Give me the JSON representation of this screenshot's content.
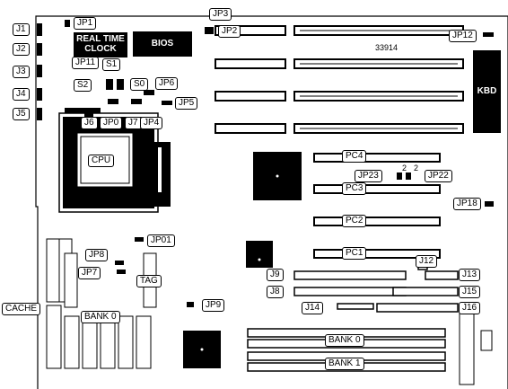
{
  "board_id": "33914",
  "chips": {
    "bios": "BIOS",
    "rtc_line1": "REAL TIME",
    "rtc_line2": "CLOCK",
    "cpu": "CPU"
  },
  "jumpers": {
    "jp1": "JP1",
    "jp2": "JP2",
    "jp3": "JP3",
    "jp4": "JP4",
    "jp5": "JP5",
    "jp6": "JP6",
    "jp7": "JP7",
    "jp8": "JP8",
    "jp9": "JP9",
    "jp11": "JP11",
    "jp12": "JP12",
    "jp18": "JP18",
    "jp22": "JP22",
    "jp23": "JP23",
    "jp0": "JP0",
    "jp01": "JP01"
  },
  "switches": {
    "s0": "S0",
    "s1": "S1",
    "s2": "S2"
  },
  "connectors": {
    "j1": "J1",
    "j2": "J2",
    "j3": "J3",
    "j4": "J4",
    "j5": "J5",
    "j6": "J6",
    "j7": "J7",
    "j8": "J8",
    "j9": "J9",
    "j12": "J12",
    "j13": "J13",
    "j14": "J14",
    "j15": "J15",
    "j16": "J16",
    "kbd": "KBD"
  },
  "slots": {
    "pc1": "PC1",
    "pc2": "PC2",
    "pc3": "PC3",
    "pc4": "PC4"
  },
  "memory": {
    "cache": "CACHE",
    "tag": "TAG",
    "cache_bank0": "BANK 0",
    "simm_bank0": "BANK 0",
    "simm_bank1": "BANK 1"
  },
  "pin_marks": {
    "jp23_pin": "2",
    "jp22_pin": "2"
  }
}
